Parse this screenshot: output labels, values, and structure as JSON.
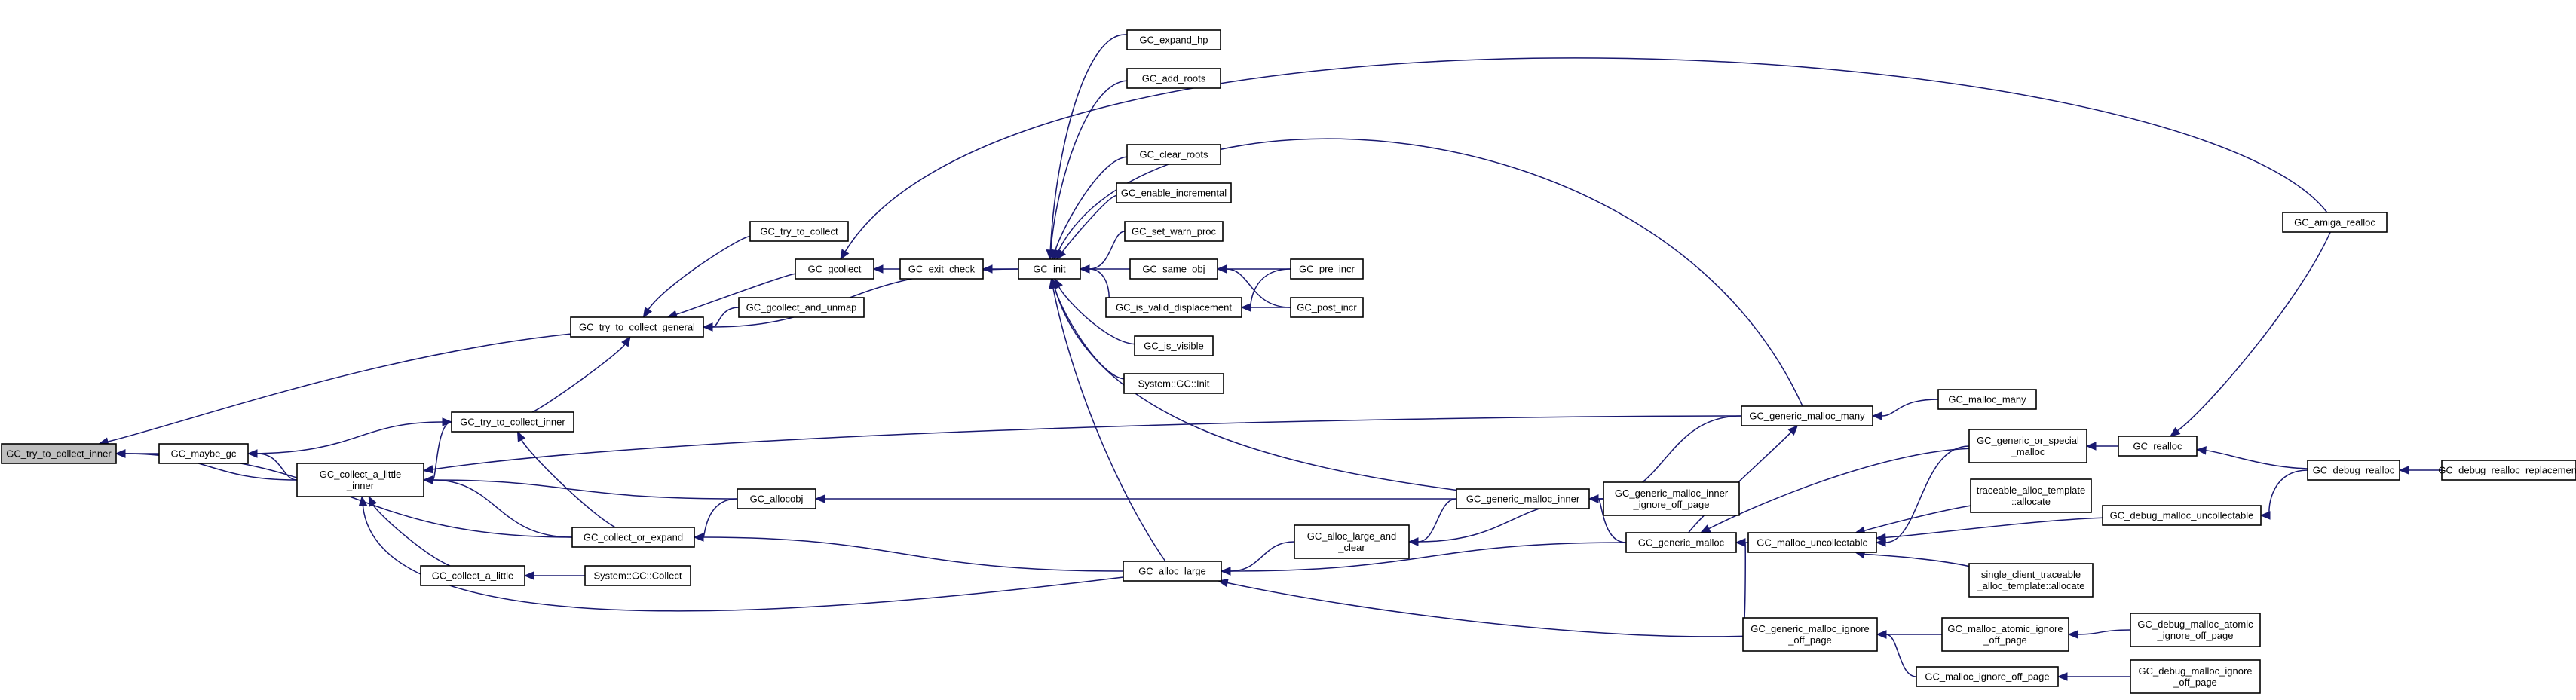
{
  "colors": {
    "edge": "#191970",
    "node_border": "#000000",
    "root_fill": "#bfbfbf",
    "node_fill": "#ffffff",
    "background": "#ffffff"
  },
  "nodes": [
    {
      "id": "n0",
      "lines": [
        "GC_try_to_collect_inner"
      ],
      "root": true
    },
    {
      "id": "n1",
      "lines": [
        "GC_maybe_gc"
      ]
    },
    {
      "id": "n2",
      "lines": [
        "GC_collect_a_little",
        "_inner"
      ]
    },
    {
      "id": "n3",
      "lines": [
        "GC_try_to_collect_general"
      ]
    },
    {
      "id": "n4",
      "lines": [
        "GC_try_to_collect_inner"
      ]
    },
    {
      "id": "n5",
      "lines": [
        "GC_collect_or_expand"
      ]
    },
    {
      "id": "n6",
      "lines": [
        "GC_collect_a_little"
      ]
    },
    {
      "id": "n7",
      "lines": [
        "System::GC::Collect"
      ]
    },
    {
      "id": "n8",
      "lines": [
        "GC_try_to_collect"
      ]
    },
    {
      "id": "n9",
      "lines": [
        "GC_gcollect"
      ]
    },
    {
      "id": "n10",
      "lines": [
        "GC_gcollect_and_unmap"
      ]
    },
    {
      "id": "n11",
      "lines": [
        "GC_exit_check"
      ]
    },
    {
      "id": "n12",
      "lines": [
        "GC_init"
      ]
    },
    {
      "id": "n13",
      "lines": [
        "GC_expand_hp"
      ]
    },
    {
      "id": "n14",
      "lines": [
        "GC_add_roots"
      ]
    },
    {
      "id": "n15",
      "lines": [
        "GC_clear_roots"
      ]
    },
    {
      "id": "n16",
      "lines": [
        "GC_enable_incremental"
      ]
    },
    {
      "id": "n17",
      "lines": [
        "GC_set_warn_proc"
      ]
    },
    {
      "id": "n18",
      "lines": [
        "GC_same_obj"
      ]
    },
    {
      "id": "n19",
      "lines": [
        "GC_is_valid_displacement"
      ]
    },
    {
      "id": "n20",
      "lines": [
        "GC_is_visible"
      ]
    },
    {
      "id": "n21",
      "lines": [
        "System::GC::Init"
      ]
    },
    {
      "id": "n22",
      "lines": [
        "GC_pre_incr"
      ]
    },
    {
      "id": "n23",
      "lines": [
        "GC_post_incr"
      ]
    },
    {
      "id": "n24",
      "lines": [
        "GC_allocobj"
      ]
    },
    {
      "id": "n25",
      "lines": [
        "GC_alloc_large"
      ]
    },
    {
      "id": "n26",
      "lines": [
        "GC_alloc_large_and",
        "_clear"
      ]
    },
    {
      "id": "n27",
      "lines": [
        "GC_generic_malloc_inner"
      ]
    },
    {
      "id": "n28",
      "lines": [
        "GC_generic_malloc_inner",
        "_ignore_off_page"
      ]
    },
    {
      "id": "n29",
      "lines": [
        "GC_generic_malloc"
      ]
    },
    {
      "id": "n30",
      "lines": [
        "GC_generic_malloc_many"
      ]
    },
    {
      "id": "n31",
      "lines": [
        "GC_malloc_many"
      ]
    },
    {
      "id": "n32",
      "lines": [
        "GC_generic_malloc_ignore",
        "_off_page"
      ]
    },
    {
      "id": "n33",
      "lines": [
        "GC_malloc_uncollectable"
      ]
    },
    {
      "id": "n34",
      "lines": [
        "GC_generic_or_special",
        "_malloc"
      ]
    },
    {
      "id": "n35",
      "lines": [
        "traceable_alloc_template",
        "::allocate"
      ]
    },
    {
      "id": "n36",
      "lines": [
        "single_client_traceable",
        "_alloc_template::allocate"
      ]
    },
    {
      "id": "n37",
      "lines": [
        "GC_malloc_atomic_ignore",
        "_off_page"
      ]
    },
    {
      "id": "n38",
      "lines": [
        "GC_malloc_ignore_off_page"
      ]
    },
    {
      "id": "n39",
      "lines": [
        "GC_realloc"
      ]
    },
    {
      "id": "n40",
      "lines": [
        "GC_debug_malloc_uncollectable"
      ]
    },
    {
      "id": "n41",
      "lines": [
        "GC_amiga_realloc"
      ]
    },
    {
      "id": "n42",
      "lines": [
        "GC_debug_realloc"
      ]
    },
    {
      "id": "n43",
      "lines": [
        "GC_debug_realloc_replacement"
      ]
    },
    {
      "id": "n44",
      "lines": [
        "GC_debug_malloc_atomic",
        "_ignore_off_page"
      ]
    },
    {
      "id": "n45",
      "lines": [
        "GC_debug_malloc_ignore",
        "_off_page"
      ]
    }
  ],
  "edges": [
    [
      "n1",
      "n0"
    ],
    [
      "n2",
      "n0"
    ],
    [
      "n3",
      "n0"
    ],
    [
      "n5",
      "n0"
    ],
    [
      "n4",
      "n2"
    ],
    [
      "n5",
      "n2"
    ],
    [
      "n6",
      "n2"
    ],
    [
      "n24",
      "n2"
    ],
    [
      "n25",
      "n2"
    ],
    [
      "n30",
      "n2"
    ],
    [
      "n2",
      "n1"
    ],
    [
      "n8",
      "n3"
    ],
    [
      "n9",
      "n3"
    ],
    [
      "n10",
      "n3"
    ],
    [
      "n12",
      "n3"
    ],
    [
      "n4",
      "n3"
    ],
    [
      "n1",
      "n4"
    ],
    [
      "n5",
      "n4"
    ],
    [
      "n24",
      "n5"
    ],
    [
      "n25",
      "n5"
    ],
    [
      "n7",
      "n6"
    ],
    [
      "n11",
      "n9"
    ],
    [
      "n41",
      "n9"
    ],
    [
      "n12",
      "n11"
    ],
    [
      "n13",
      "n12"
    ],
    [
      "n14",
      "n12"
    ],
    [
      "n15",
      "n12"
    ],
    [
      "n16",
      "n12"
    ],
    [
      "n17",
      "n12"
    ],
    [
      "n18",
      "n12"
    ],
    [
      "n19",
      "n12"
    ],
    [
      "n20",
      "n12"
    ],
    [
      "n21",
      "n12"
    ],
    [
      "n25",
      "n12"
    ],
    [
      "n27",
      "n12"
    ],
    [
      "n30",
      "n12"
    ],
    [
      "n22",
      "n18"
    ],
    [
      "n23",
      "n18"
    ],
    [
      "n22",
      "n19"
    ],
    [
      "n23",
      "n19"
    ],
    [
      "n27",
      "n24"
    ],
    [
      "n26",
      "n25"
    ],
    [
      "n29",
      "n25"
    ],
    [
      "n32",
      "n25"
    ],
    [
      "n27",
      "n26"
    ],
    [
      "n28",
      "n26"
    ],
    [
      "n28",
      "n27"
    ],
    [
      "n29",
      "n27"
    ],
    [
      "n30",
      "n27"
    ],
    [
      "n29",
      "n30"
    ],
    [
      "n31",
      "n30"
    ],
    [
      "n32",
      "n29"
    ],
    [
      "n33",
      "n29"
    ],
    [
      "n34",
      "n29"
    ],
    [
      "n34",
      "n33"
    ],
    [
      "n35",
      "n33"
    ],
    [
      "n36",
      "n33"
    ],
    [
      "n40",
      "n33"
    ],
    [
      "n39",
      "n34"
    ],
    [
      "n37",
      "n32"
    ],
    [
      "n38",
      "n32"
    ],
    [
      "n41",
      "n39"
    ],
    [
      "n42",
      "n39"
    ],
    [
      "n42",
      "n40"
    ],
    [
      "n43",
      "n42"
    ],
    [
      "n44",
      "n37"
    ],
    [
      "n45",
      "n38"
    ]
  ]
}
